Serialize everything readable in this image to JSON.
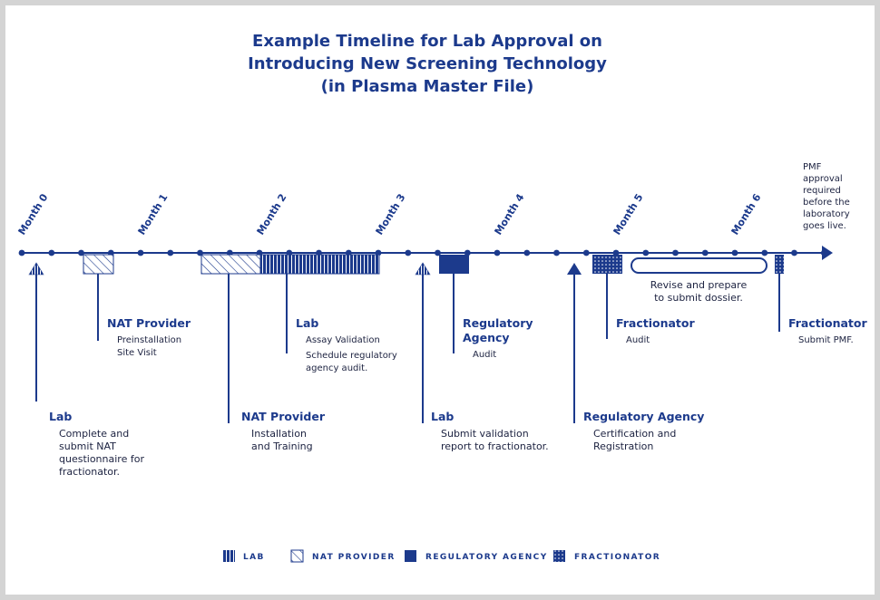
{
  "title": [
    "Example Timeline for Lab Approval on",
    "Introducing New Screening Technology",
    "(in Plasma Master File)"
  ],
  "months": [
    "Month 0",
    "Month 1",
    "Month 2",
    "Month 3",
    "Month 4",
    "Month 5",
    "Month 6"
  ],
  "end_note": [
    "PMF",
    "approval",
    "required",
    "before the",
    "laboratory",
    "goes live."
  ],
  "revise_note": [
    "Revise and prepare",
    "to submit dossier."
  ],
  "events": {
    "lab_questionnaire": {
      "heading": "Lab",
      "lines": [
        "Complete and",
        "submit NAT",
        "questionnaire for",
        "fractionator."
      ]
    },
    "nat_site_visit": {
      "heading": "NAT Provider",
      "lines": [
        "Preinstallation",
        "Site Visit"
      ]
    },
    "nat_installation": {
      "heading": "NAT Provider",
      "lines": [
        "Installation",
        "and Training"
      ]
    },
    "lab_validation": {
      "heading": "Lab",
      "lines": [
        "Assay Validation",
        "Schedule regulatory",
        "agency audit."
      ]
    },
    "lab_report": {
      "heading": "Lab",
      "lines": [
        "Submit validation",
        "report to fractionator."
      ]
    },
    "reg_audit": {
      "heading": [
        "Regulatory",
        "Agency"
      ],
      "lines": [
        "Audit"
      ]
    },
    "reg_certification": {
      "heading": "Regulatory Agency",
      "lines": [
        "Certification and",
        "Registration"
      ]
    },
    "frac_audit": {
      "heading": "Fractionator",
      "lines": [
        "Audit"
      ]
    },
    "frac_submit": {
      "heading": "Fractionator",
      "lines": [
        "Submit PMF."
      ]
    }
  },
  "legend": [
    "LAB",
    "NAT PROVIDER",
    "REGULATORY AGENCY",
    "FRACTIONATOR"
  ],
  "colors": {
    "primary": "#1c3a8c",
    "text": "#1c2240",
    "frame": "#d4d4d4"
  }
}
